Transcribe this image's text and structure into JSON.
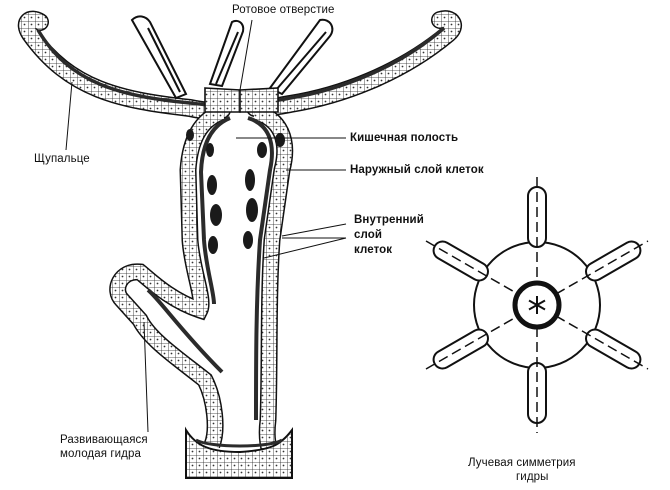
{
  "labels": {
    "mouth": "Ротовое отверстие",
    "cavity": "Кишечная полость",
    "outer_layer": "Наружный слой клеток",
    "inner_layer_1": "Внутренний",
    "inner_layer_2": "слой",
    "inner_layer_3": "клеток",
    "tentacle": "Щупальце",
    "bud_1": "Развивающаяся",
    "bud_2": "молодая гидра",
    "symmetry_1": "Лучевая симметрия",
    "symmetry_2": "гидры"
  },
  "colors": {
    "ink": "#111111",
    "paper": "#ffffff",
    "endoderm": "#2b2b2b"
  }
}
